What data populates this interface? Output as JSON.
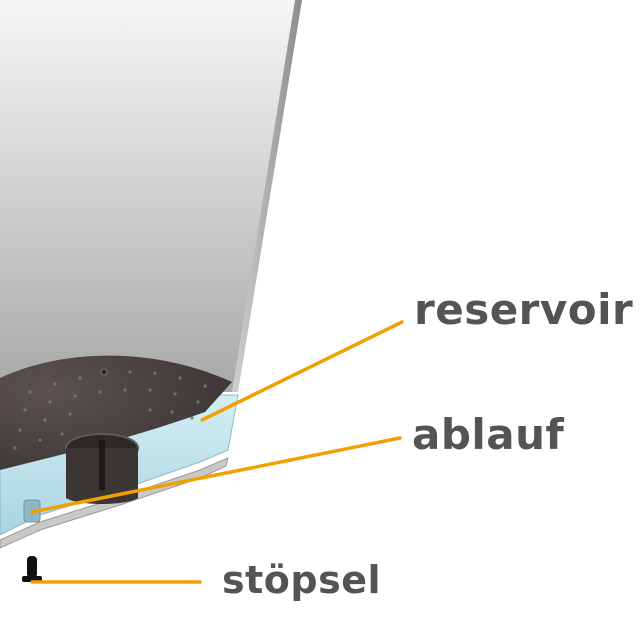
{
  "labels": {
    "reservoir": "reservoir",
    "ablauf": "ablauf",
    "stoepsel": "stöpsel"
  },
  "colors": {
    "leader_line": "#f0a000",
    "label_text": "#545454",
    "pot_wall_light": "#f4f4f4",
    "pot_wall_dark": "#9a9a9a",
    "water": "#bfe3ee",
    "insert_plate": "#4d4745",
    "plug": "#111111"
  }
}
